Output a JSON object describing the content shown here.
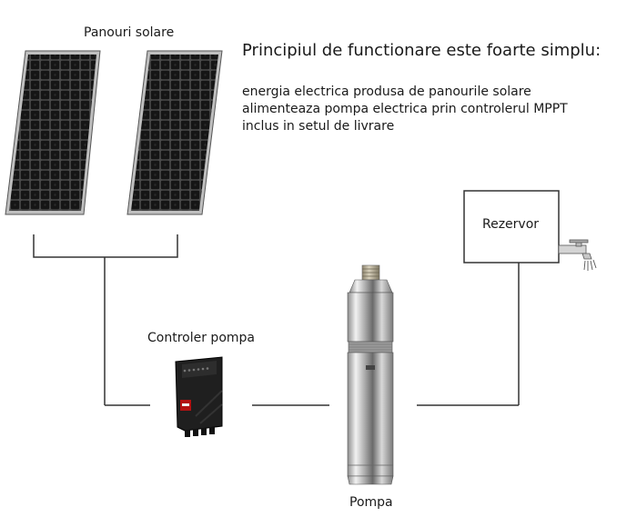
{
  "heading": "Principiul de functionare este foarte simplu:",
  "description": [
    "energia electrica produsa de panourile solare",
    "alimenteaza pompa electrica prin controlerul MPPT",
    "inclus in setul de livrare"
  ],
  "labels": {
    "solar_panels": "Panouri solare",
    "controller": "Controler pompa",
    "tank": "Rezervor",
    "pump": "Pompa"
  }
}
